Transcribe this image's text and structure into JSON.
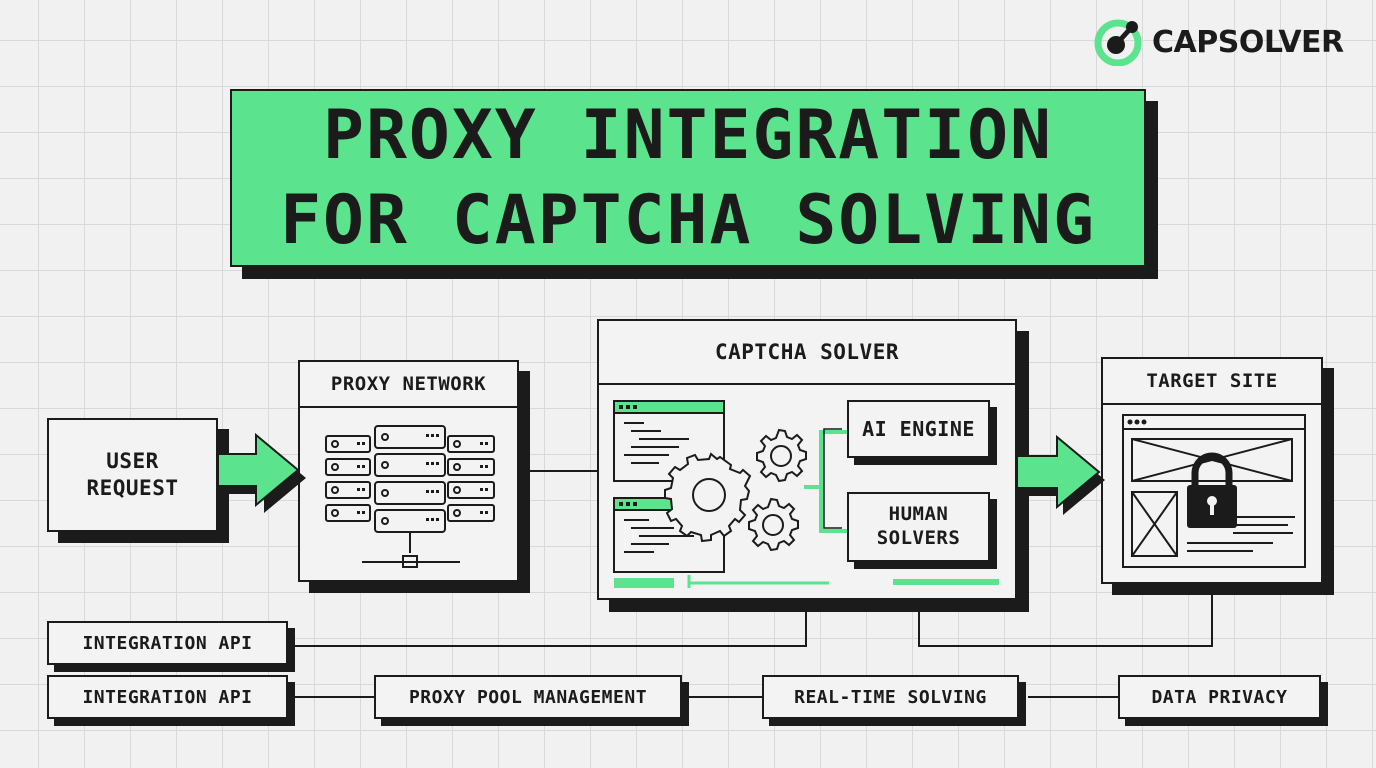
{
  "logo": {
    "text": "CAPSOLVER",
    "icon": "capsolver-logo-icon",
    "color": "#5ce38d"
  },
  "title": {
    "text": "PROXY INTEGRATION\nFOR CAPTCHA SOLVING"
  },
  "nodes": {
    "user_request": "USER\nREQUEST",
    "proxy_network": "PROXY NETWORK",
    "captcha_solver": "CAPTCHA SOLVER",
    "ai_engine": "AI ENGINE",
    "human_solvers": "HUMAN\nSOLVERS",
    "target_site": "TARGET SITE"
  },
  "features": [
    "INTEGRATION API",
    "INTEGRATION API",
    "PROXY POOL MANAGEMENT",
    "REAL-TIME SOLVING",
    "DATA PRIVACY"
  ],
  "icons": [
    "server-rack-icon",
    "network-node-icon",
    "code-window-icon",
    "gears-icon",
    "browser-window-icon",
    "lock-icon",
    "arrow-right-icon"
  ],
  "colors": {
    "accent": "#5ce38d",
    "ink": "#1b1b1b",
    "panel": "#f3f3f3"
  }
}
